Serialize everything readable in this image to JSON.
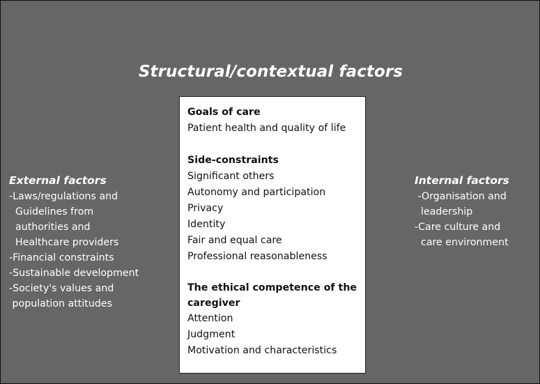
{
  "diagram": {
    "title": "Structural/contextual factors",
    "center_box": {
      "goals": {
        "heading": "Goals of care",
        "items": [
          "Patient health and quality of life"
        ]
      },
      "side_constraints": {
        "heading": "Side-constraints",
        "items": [
          "Significant others",
          "Autonomy and participation",
          "Privacy",
          "Identity",
          "Fair and equal care",
          "Professional reasonableness"
        ]
      },
      "ethical_competence": {
        "heading_line1": "The ethical competence of the",
        "heading_line2": "caregiver",
        "items": [
          "Attention",
          "Judgment",
          "Motivation and characteristics"
        ]
      }
    },
    "external": {
      "title": "External factors",
      "lines": [
        "-Laws/regulations and",
        "  Guidelines from",
        "  authorities and",
        "  Healthcare providers",
        "-Financial constraints",
        "-Sustainable development",
        "-Society's values and",
        " population attitudes"
      ]
    },
    "internal": {
      "title": "Internal factors",
      "lines": [
        " -Organisation and",
        "  leadership",
        "-Care culture and",
        "  care environment"
      ]
    }
  }
}
